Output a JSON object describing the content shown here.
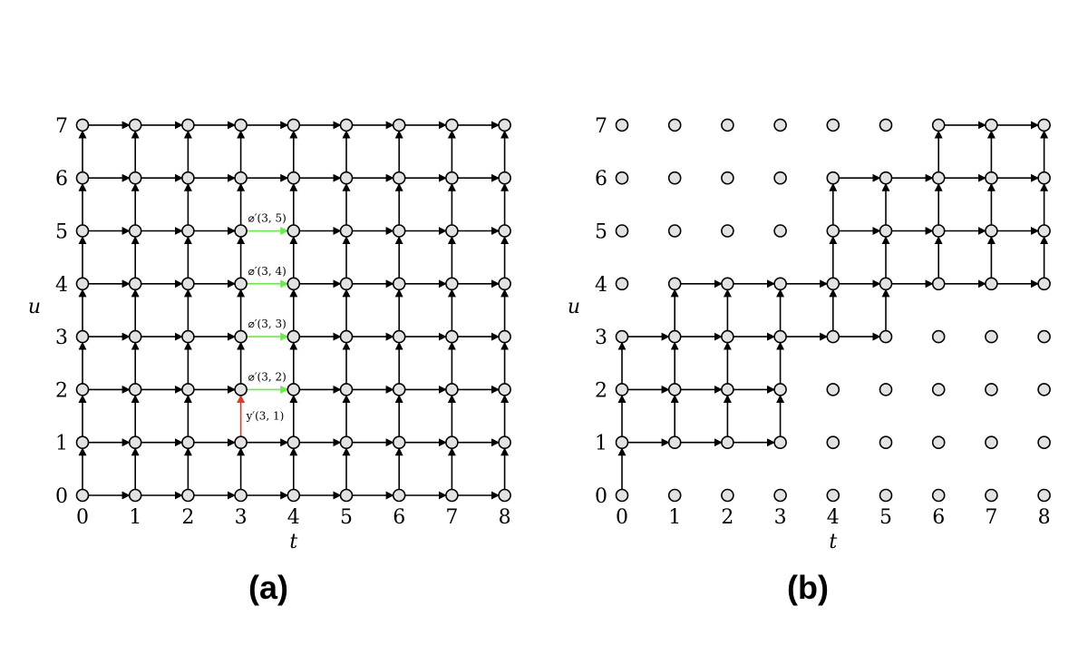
{
  "panels": [
    {
      "id": "a",
      "caption": "(a)",
      "x_label": "t",
      "y_label": "u",
      "x_ticks": [
        "0",
        "1",
        "2",
        "3",
        "4",
        "5",
        "6",
        "7",
        "8"
      ],
      "y_ticks": [
        "0",
        "1",
        "2",
        "3",
        "4",
        "5",
        "6",
        "7"
      ],
      "grid": {
        "t_max": 8,
        "u_max": 7
      },
      "edges_mode": "full",
      "highlight_edges": [
        {
          "from": [
            3,
            1
          ],
          "to": [
            3,
            2
          ],
          "color": "#e8352a",
          "label": "y′(3, 1)",
          "label_side": "right"
        },
        {
          "from": [
            3,
            2
          ],
          "to": [
            4,
            2
          ],
          "color": "#66ee44",
          "label": "⌀′(3, 2)",
          "label_side": "above"
        },
        {
          "from": [
            3,
            3
          ],
          "to": [
            4,
            3
          ],
          "color": "#66ee44",
          "label": "⌀′(3, 3)",
          "label_side": "above"
        },
        {
          "from": [
            3,
            4
          ],
          "to": [
            4,
            4
          ],
          "color": "#66ee44",
          "label": "⌀′(3, 4)",
          "label_side": "above"
        },
        {
          "from": [
            3,
            5
          ],
          "to": [
            4,
            5
          ],
          "color": "#66ee44",
          "label": "⌀′(3, 5)",
          "label_side": "above"
        }
      ]
    },
    {
      "id": "b",
      "caption": "(b)",
      "x_label": "t",
      "y_label": "u",
      "x_ticks": [
        "0",
        "1",
        "2",
        "3",
        "4",
        "5",
        "6",
        "7",
        "8"
      ],
      "y_ticks": [
        "0",
        "1",
        "2",
        "3",
        "4",
        "5",
        "6",
        "7"
      ],
      "grid": {
        "t_max": 8,
        "u_max": 7
      },
      "edges_mode": "band",
      "band": [
        {
          "t": 0,
          "u_min": 0,
          "u_max": 3
        },
        {
          "t": 1,
          "u_min": 1,
          "u_max": 4
        },
        {
          "t": 2,
          "u_min": 1,
          "u_max": 4
        },
        {
          "t": 3,
          "u_min": 1,
          "u_max": 4
        },
        {
          "t": 4,
          "u_min": 3,
          "u_max": 6
        },
        {
          "t": 5,
          "u_min": 3,
          "u_max": 6
        },
        {
          "t": 6,
          "u_min": 4,
          "u_max": 7
        },
        {
          "t": 7,
          "u_min": 4,
          "u_max": 7
        },
        {
          "t": 8,
          "u_min": 4,
          "u_max": 7
        }
      ]
    }
  ],
  "colors": {
    "node_fill": "#e2e2e2",
    "edge": "#000000",
    "red_edge": "#e8352a",
    "green_edge": "#66ee44"
  }
}
